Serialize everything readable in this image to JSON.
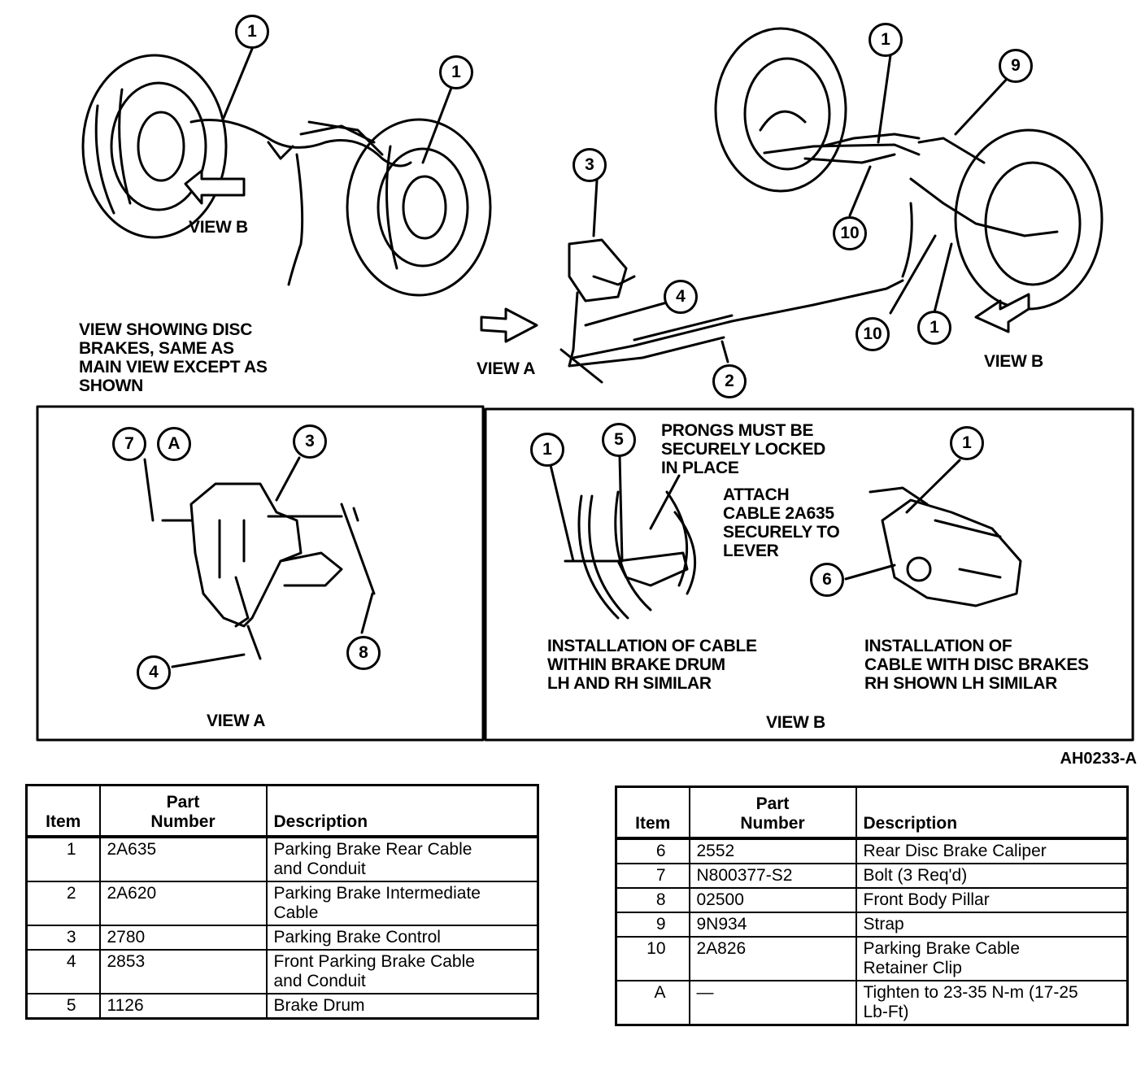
{
  "labels": {
    "view_b_top_left": "VIEW B",
    "disc_note": "VIEW SHOWING DISC\nBRAKES, SAME AS\nMAIN VIEW EXCEPT AS\nSHOWN",
    "view_a_main": "VIEW A",
    "view_b_top_right": "VIEW B",
    "prongs_note": "PRONGS MUST BE\nSECURELY LOCKED\nIN PLACE",
    "attach_note": "ATTACH\nCABLE 2A635\nSECURELY TO\nLEVER",
    "drum_install": "INSTALLATION OF CABLE\nWITHIN BRAKE DRUM\nLH AND RH SIMILAR",
    "disc_install": "INSTALLATION OF\nCABLE WITH DISC BRAKES\nRH SHOWN LH SIMILAR",
    "view_a_caption": "VIEW A",
    "view_b_caption": "VIEW B",
    "figure_code": "AH0233-A"
  },
  "callouts": {
    "c1a": "1",
    "c1b": "1",
    "c3a": "3",
    "c4a": "4",
    "c2": "2",
    "c1c": "1",
    "c9": "9",
    "c10a": "10",
    "c10b": "10",
    "c1d": "1",
    "c7": "7",
    "cA": "A",
    "c3b": "3",
    "c4b": "4",
    "c8": "8",
    "c1e": "1",
    "c5": "5",
    "c1f": "1",
    "c6": "6"
  },
  "table_headers": {
    "item": "Item",
    "part_number": "Part\nNumber",
    "description": "Description"
  },
  "table_left": [
    {
      "item": "1",
      "part": "2A635",
      "desc": "Parking Brake Rear Cable\nand Conduit"
    },
    {
      "item": "2",
      "part": "2A620",
      "desc": "Parking Brake Intermediate\nCable"
    },
    {
      "item": "3",
      "part": "2780",
      "desc": "Parking Brake Control"
    },
    {
      "item": "4",
      "part": "2853",
      "desc": "Front Parking Brake Cable\nand Conduit"
    },
    {
      "item": "5",
      "part": "1126",
      "desc": "Brake Drum"
    }
  ],
  "table_right": [
    {
      "item": "6",
      "part": "2552",
      "desc": "Rear Disc Brake Caliper"
    },
    {
      "item": "7",
      "part": "N800377-S2",
      "desc": "Bolt (3 Req'd)"
    },
    {
      "item": "8",
      "part": "02500",
      "desc": "Front Body Pillar"
    },
    {
      "item": "9",
      "part": "9N934",
      "desc": "Strap"
    },
    {
      "item": "10",
      "part": "2A826",
      "desc": "Parking Brake Cable\nRetainer Clip"
    },
    {
      "item": "A",
      "part": "—",
      "desc": "Tighten to 23-35 N-m (17-25\nLb-Ft)"
    }
  ]
}
